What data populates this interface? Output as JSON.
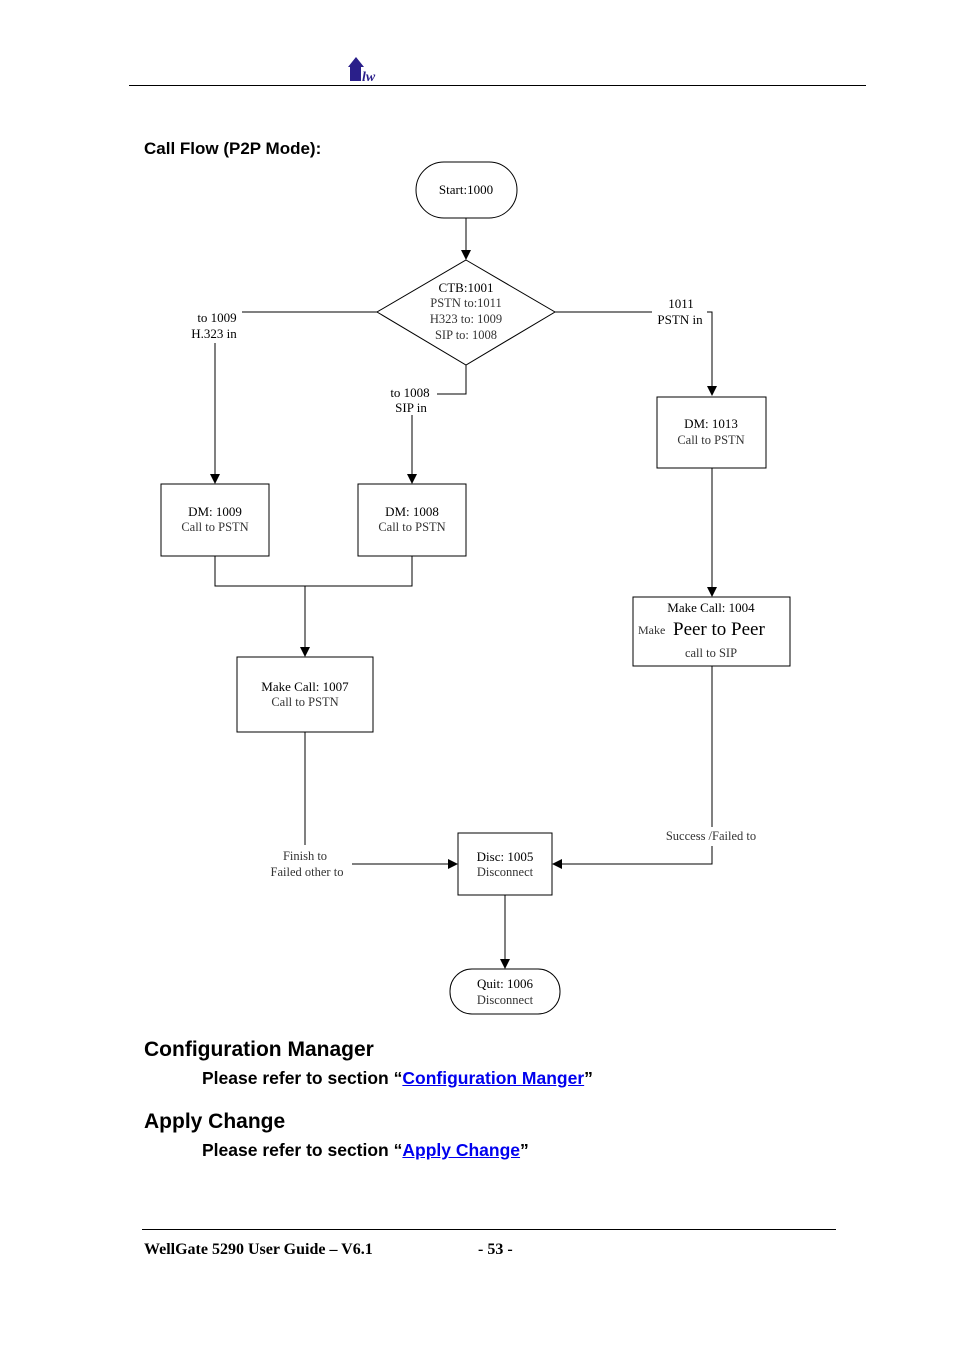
{
  "header": {
    "logo": "company-arrow-logo"
  },
  "flowchart": {
    "heading": "Call Flow (P2P Mode):",
    "start": {
      "label": "Start:1000"
    },
    "decision": {
      "title": "CTB:1001",
      "lines": [
        "PSTN to:1011",
        "H323 to: 1009",
        "SIP to: 1008"
      ]
    },
    "branch_h323": {
      "line1": "to 1009",
      "line2": "H.323 in"
    },
    "branch_sip": {
      "line1": "to 1008",
      "line2": "SIP in"
    },
    "branch_pstn": {
      "line1": "1011",
      "line2": "PSTN in"
    },
    "dm1009": {
      "title": "DM: 1009",
      "sub": "Call to PSTN"
    },
    "dm1008": {
      "title": "DM: 1008",
      "sub": "Call to PSTN"
    },
    "dm1013": {
      "title": "DM: 1013",
      "sub": "Call to PSTN"
    },
    "make1007": {
      "title": "Make Call: 1007",
      "sub": "Call to PSTN"
    },
    "make1004": {
      "title": "Make Call: 1004",
      "prefix": "Make",
      "big": "Peer to Peer",
      "sub": "call to SIP"
    },
    "left_edge": {
      "line1": "Finish to",
      "line2": "Failed other to"
    },
    "right_edge": {
      "label": "Success /Failed to"
    },
    "disc": {
      "title": "Disc: 1005",
      "sub": "Disconnect"
    },
    "quit": {
      "title": "Quit: 1006",
      "sub": "Disconnect"
    }
  },
  "config_manager": {
    "heading": "Configuration Manager",
    "prefix": "Please refer to section “",
    "link": "Configuration Manger",
    "suffix": "”"
  },
  "apply_change": {
    "heading": "Apply Change",
    "prefix": "Please refer to section “",
    "link": "Apply Change",
    "suffix": "”"
  },
  "footer": {
    "title": "WellGate 5290 User Guide – V6.1",
    "page": "- 53 -"
  }
}
